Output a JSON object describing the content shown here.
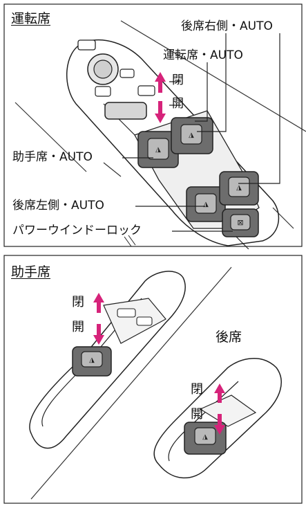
{
  "panel1": {
    "title": "運転席",
    "labels": {
      "rear_right_auto": "後席右側・AUTO",
      "driver_auto": "運転席・AUTO",
      "close": "閉",
      "open": "開",
      "passenger_auto": "助手席・AUTO",
      "rear_left_auto": "後席左側・AUTO",
      "power_window_lock": "パワーウインドーロック"
    }
  },
  "panel2": {
    "title": "助手席",
    "rear_title": "後席",
    "front_close": "閉",
    "front_open": "開",
    "rear_close": "閉",
    "rear_open": "開"
  },
  "colors": {
    "arrow": "#d6237a",
    "switch_dark": "#6d6d6d",
    "switch_light": "#b9b9b9",
    "outline": "#222222"
  }
}
